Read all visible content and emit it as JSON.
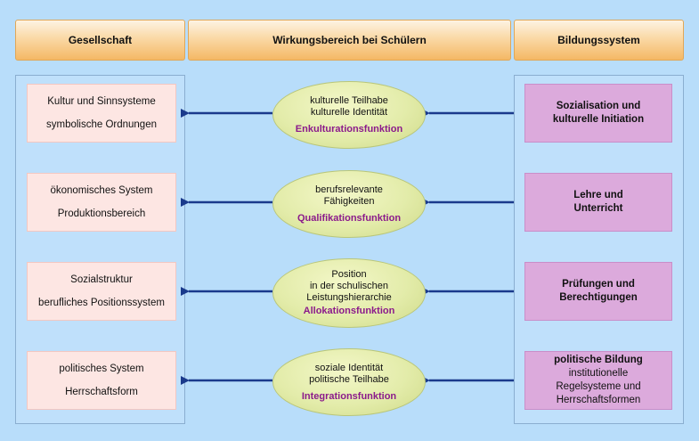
{
  "headers": {
    "left": "Gesellschaft",
    "middle": "Wirkungsbereich bei Schülern",
    "right": "Bildungssystem"
  },
  "rows": [
    {
      "society": [
        "Kultur und Sinnsysteme",
        "symbolische Ordnungen"
      ],
      "effect": [
        "kulturelle Teilhabe",
        "kulturelle Identität"
      ],
      "function": "Enkulturationsfunktion",
      "education_title": "Sozialisation und kulturelle Initiation",
      "education_sub": ""
    },
    {
      "society": [
        "ökonomisches System",
        "Produktionsbereich"
      ],
      "effect": [
        "berufsrelevante",
        "Fähigkeiten"
      ],
      "function": "Qualifikationsfunktion",
      "education_title": "Lehre und Unterricht",
      "education_sub": ""
    },
    {
      "society": [
        "Sozialstruktur",
        "berufliches Positionssystem"
      ],
      "effect": [
        "Position",
        "in der schulischen",
        "Leistungshierarchie"
      ],
      "function": "Allokationsfunktion",
      "education_title": "Prüfungen und Berechtigungen",
      "education_sub": ""
    },
    {
      "society": [
        "politisches System",
        "Herrschaftsform"
      ],
      "effect": [
        "soziale Identität",
        "politische Teilhabe"
      ],
      "function": "Integrationsfunktion",
      "education_title": "politische Bildung",
      "education_sub": "institutionelle Regelsysteme und Herrschaftsformen"
    }
  ],
  "colors": {
    "background": "#b8ddfa",
    "arrow": "#1a3a8c",
    "function_text": "#8b1a8b",
    "society_box": "#fde6e3",
    "education_box": "#dcaadc",
    "effect_ellipse": "#e3ecaa"
  }
}
